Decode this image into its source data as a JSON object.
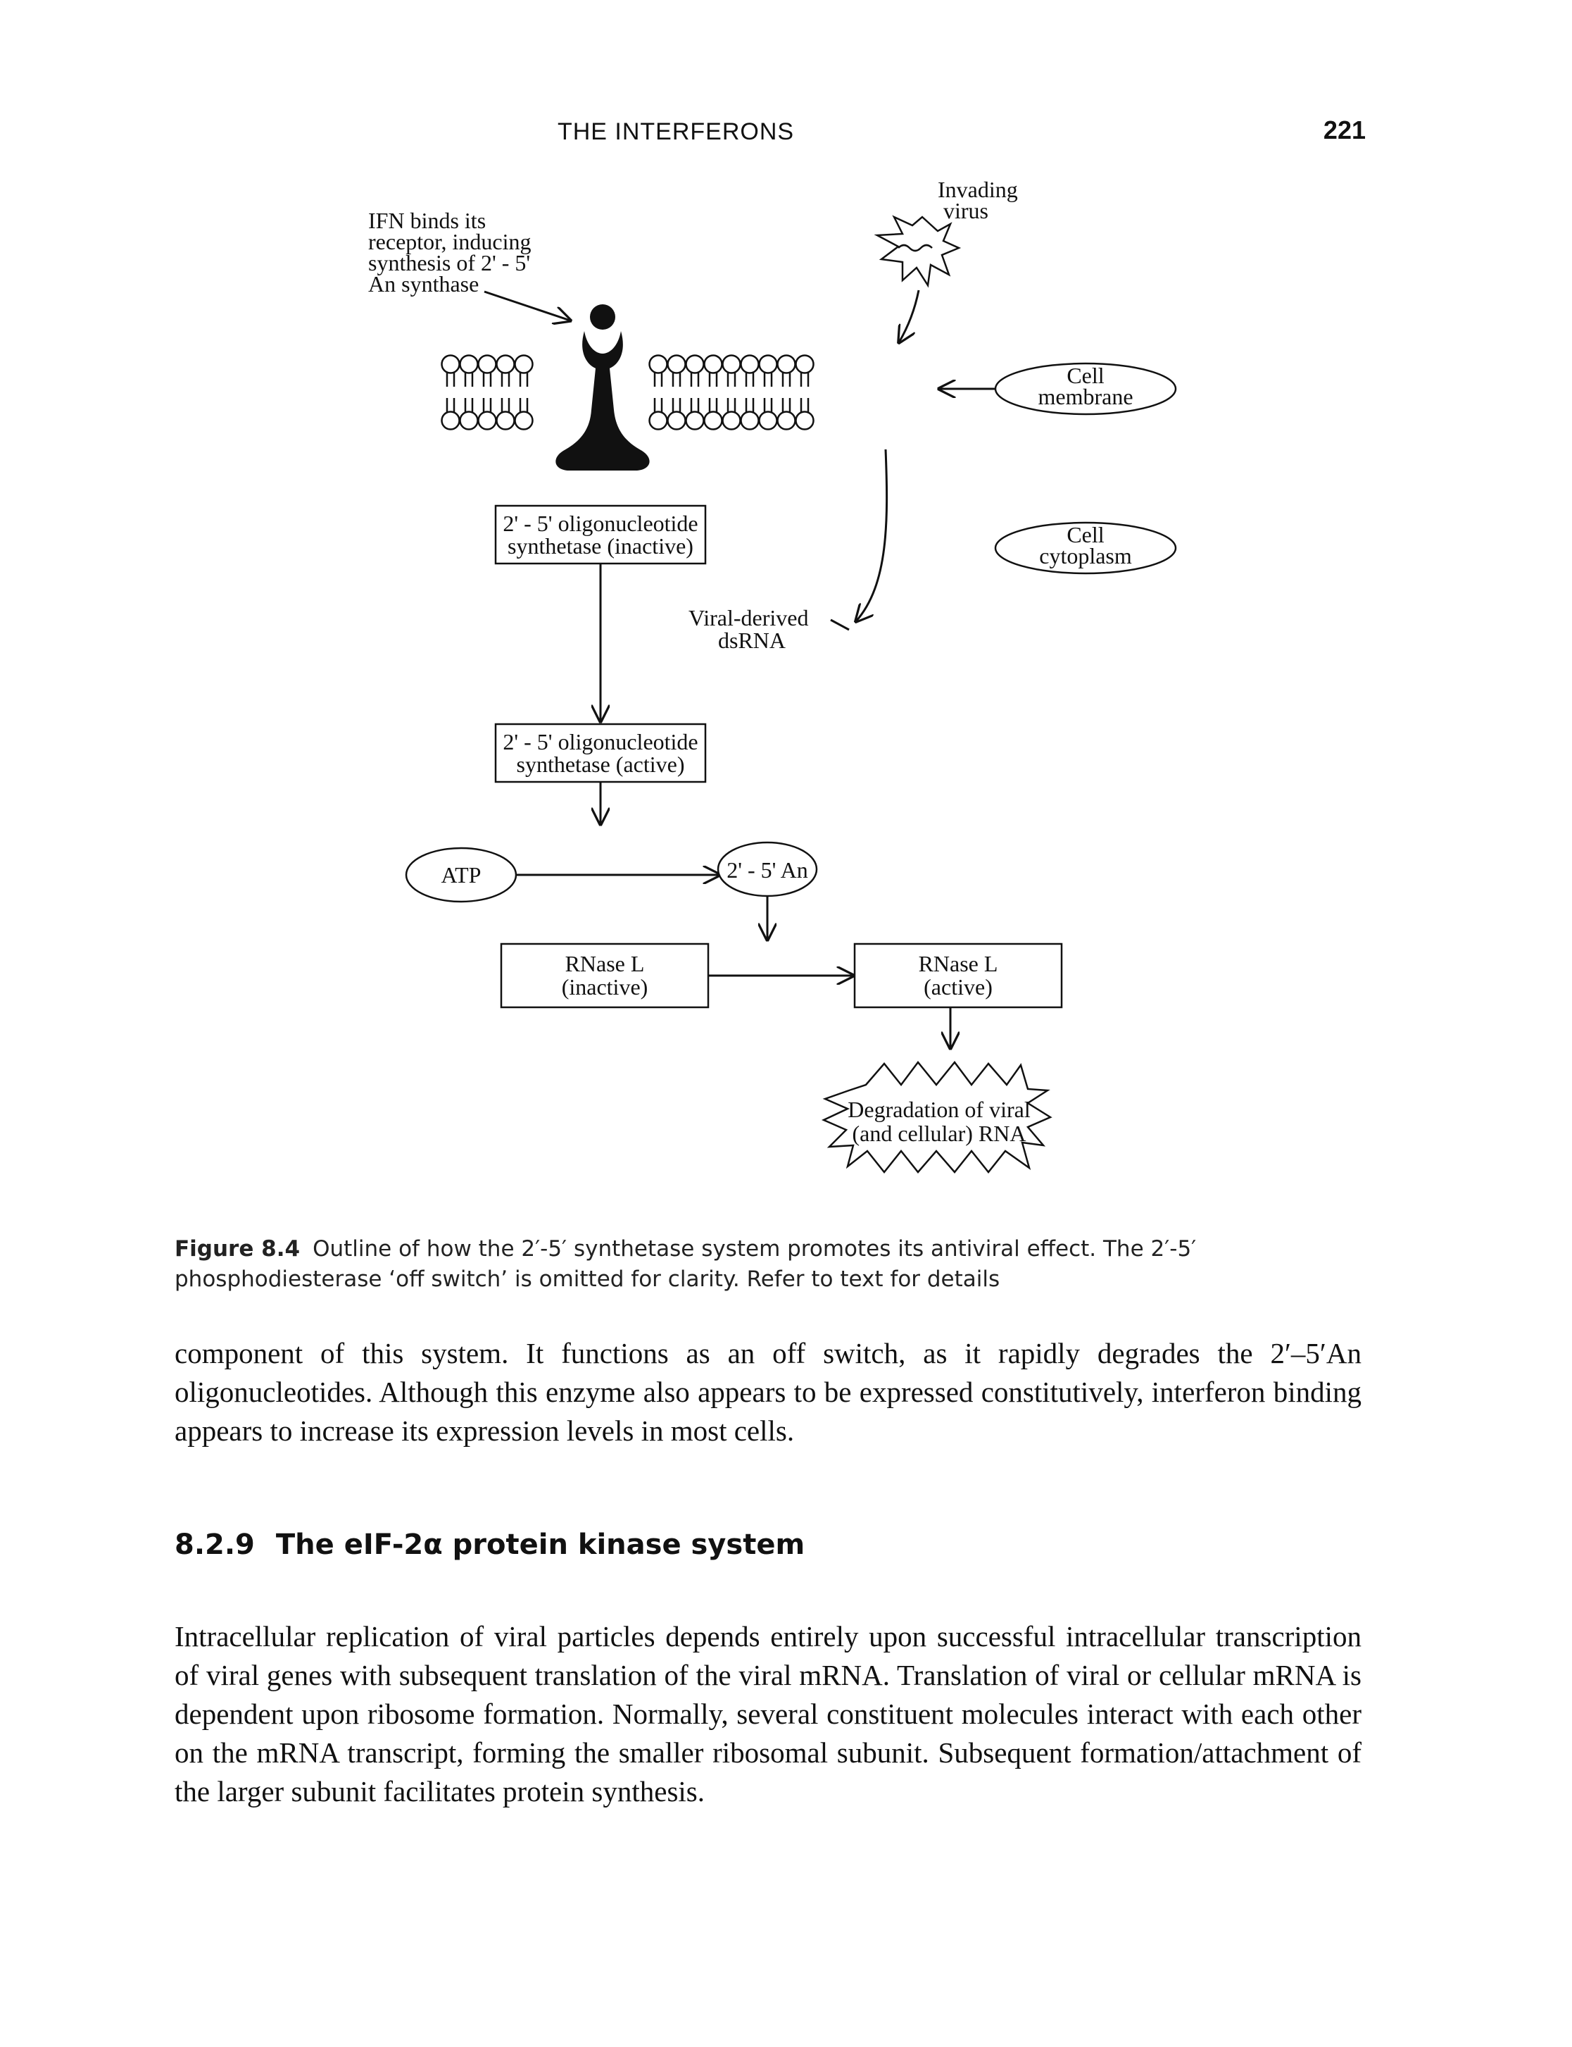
{
  "header": {
    "running_title": "THE INTERFERONS",
    "page_number": "221"
  },
  "figure": {
    "ifn_note": [
      "IFN binds its",
      "receptor, inducing",
      "synthesis of 2' - 5'",
      "An synthase"
    ],
    "invading_virus": [
      "Invading",
      "virus"
    ],
    "cell_membrane": [
      "Cell",
      "membrane"
    ],
    "cell_cytoplasm": [
      "Cell",
      "cytoplasm"
    ],
    "synthetase_inactive": [
      "2' - 5' oligonucleotide",
      "synthetase (inactive)"
    ],
    "viral_dsrna": [
      "Viral-derived",
      "dsRNA"
    ],
    "synthetase_active": [
      "2' - 5' oligonucleotide",
      "synthetase (active)"
    ],
    "atp": "ATP",
    "oligo_product": "2' - 5' An",
    "rnase_inactive": [
      "RNase L",
      "(inactive)"
    ],
    "rnase_active": [
      "RNase L",
      "(active)"
    ],
    "degradation": [
      "Degradation of viral",
      "(and cellular) RNA"
    ]
  },
  "caption": {
    "label": "Figure 8.4",
    "text": "Outline of how the 2′-5′ synthetase system promotes its antiviral effect. The 2′-5′ phosphodiesterase ‘off switch’ is omitted for clarity. Refer to text for details"
  },
  "paragraph1": "component of this system. It functions as an off switch, as it rapidly degrades the 2′–5′An oligonucleotides. Although this enzyme also appears to be expressed constitutively, interferon binding appears to increase its expression levels in most cells.",
  "section": {
    "number": "8.2.9",
    "title": "The eIF-2α protein kinase system"
  },
  "paragraph2": "Intracellular replication of viral particles depends entirely upon successful intracellular transcription of viral genes with subsequent translation of the viral mRNA. Translation of viral or cellular mRNA is dependent upon ribosome formation. Normally, several constituent molecules interact with each other on the mRNA transcript, forming the smaller ribosomal subunit. Subsequent formation/attachment of the larger subunit facilitates protein synthesis."
}
